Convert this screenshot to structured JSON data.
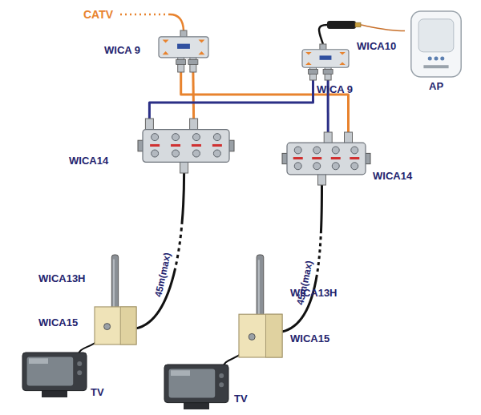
{
  "diagram": {
    "nodes": [
      {
        "text": [
          "WICA 9"
        ]
      },
      {
        "text": [
          "WICA 9"
        ]
      },
      {
        "text": [
          "WICA10"
        ]
      },
      {
        "text": [
          "AP"
        ]
      },
      {
        "text": [
          "WICA14"
        ]
      },
      {
        "text": [
          "WICA14"
        ]
      },
      {
        "text": [
          "WICA13H",
          "WICA15"
        ]
      },
      {
        "text": [
          "WICA13H",
          "WICA15"
        ]
      },
      {
        "text": [
          "TV"
        ]
      },
      {
        "text": [
          "TV"
        ]
      }
    ],
    "edges": [
      {
        "from": 0,
        "to": 4,
        "arrow": "none"
      },
      {
        "from": 0,
        "to": 5,
        "arrow": "none"
      },
      {
        "from": 1,
        "to": 4,
        "arrow": "none"
      },
      {
        "from": 1,
        "to": 5,
        "arrow": "none"
      },
      {
        "from": 1,
        "to": 2,
        "arrow": "none"
      },
      {
        "from": 2,
        "to": 3,
        "arrow": "none"
      },
      {
        "from": 4,
        "to": 6,
        "label": "45m(max)",
        "arrow": "none"
      },
      {
        "from": 5,
        "to": 7,
        "label": "45m(max)",
        "arrow": "none"
      },
      {
        "from": 6,
        "to": 8,
        "arrow": "none"
      },
      {
        "from": 7,
        "to": 9,
        "arrow": "none"
      }
    ],
    "labels": [
      "CATV"
    ]
  }
}
